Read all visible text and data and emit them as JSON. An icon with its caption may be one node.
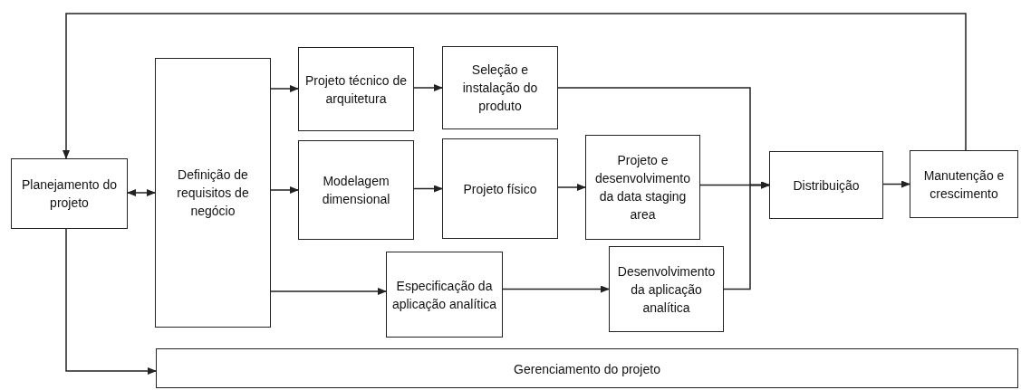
{
  "diagram": {
    "nodes": [
      {
        "text": [
          "Planejamento do projeto"
        ]
      },
      {
        "text": [
          "Definição de requisitos de negócio"
        ]
      },
      {
        "text": [
          "Projeto técnico de arquitetura"
        ]
      },
      {
        "text": [
          "Seleção e instalação do produto"
        ]
      },
      {
        "text": [
          "Modelagem dimensional"
        ]
      },
      {
        "text": [
          "Projeto físico"
        ]
      },
      {
        "text": [
          "Projeto e desenvolvimento da data staging area"
        ]
      },
      {
        "text": [
          "Especificação da aplicação analítica"
        ]
      },
      {
        "text": [
          "Desenvolvimento da aplicação analítica"
        ]
      },
      {
        "text": [
          "Distribuição"
        ]
      },
      {
        "text": [
          "Manutenção e crescimento"
        ]
      },
      {
        "text": [
          "Gerenciamento do projeto"
        ]
      }
    ],
    "edges": [
      {
        "from": 0,
        "to": 1,
        "arrow": "both"
      },
      {
        "from": 1,
        "to": 2,
        "arrow": "to"
      },
      {
        "from": 1,
        "to": 4,
        "arrow": "to"
      },
      {
        "from": 1,
        "to": 7,
        "arrow": "to"
      },
      {
        "from": 2,
        "to": 3,
        "arrow": "to"
      },
      {
        "from": 4,
        "to": 5,
        "arrow": "to"
      },
      {
        "from": 5,
        "to": 6,
        "arrow": "to"
      },
      {
        "from": 7,
        "to": 8,
        "arrow": "to"
      },
      {
        "from": 3,
        "to": 9,
        "arrow": "to"
      },
      {
        "from": 6,
        "to": 9,
        "arrow": "to"
      },
      {
        "from": 8,
        "to": 9,
        "arrow": "to"
      },
      {
        "from": 9,
        "to": 10,
        "arrow": "to"
      },
      {
        "from": 10,
        "to": 0,
        "arrow": "to"
      },
      {
        "from": 0,
        "to": 11,
        "arrow": "to"
      }
    ]
  }
}
